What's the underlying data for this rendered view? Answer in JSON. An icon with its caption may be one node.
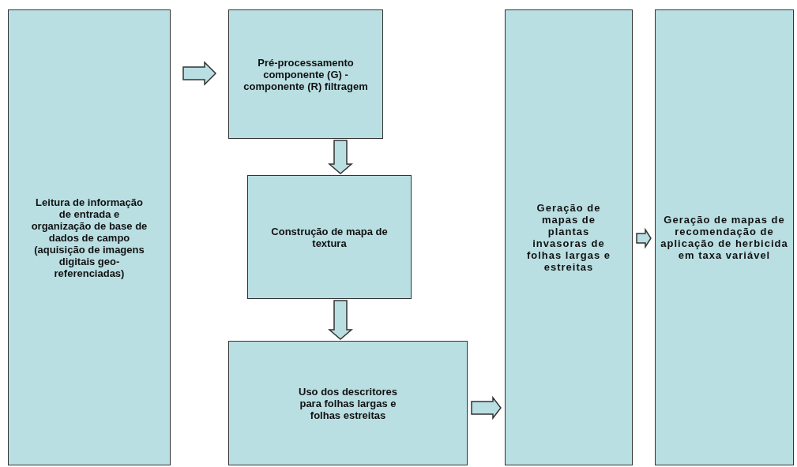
{
  "diagram": {
    "nodes": [
      {
        "text": [
          "Leitura de informação de entrada e organização de base de dados de campo (aquisição de imagens digitais geo-referenciadas)"
        ]
      },
      {
        "text": [
          "Pré-processamento componente (G) - componente (R) filtragem"
        ]
      },
      {
        "text": [
          "Construção de mapa de textura"
        ]
      },
      {
        "text": [
          "Uso dos descritores para folhas largas e folhas estreitas"
        ]
      },
      {
        "text": [
          "Geração de mapas de plantas invasoras de folhas largas e estreitas"
        ]
      },
      {
        "text": [
          "Geração de mapas de recomendação de aplicação de herbicida em taxa variável"
        ]
      }
    ],
    "edges": [
      {
        "from": 0,
        "to": 1,
        "arrow": "to"
      },
      {
        "from": 1,
        "to": 2,
        "arrow": "to"
      },
      {
        "from": 2,
        "to": 3,
        "arrow": "to"
      },
      {
        "from": 3,
        "to": 4,
        "arrow": "to"
      },
      {
        "from": 4,
        "to": 5,
        "arrow": "to"
      }
    ]
  }
}
